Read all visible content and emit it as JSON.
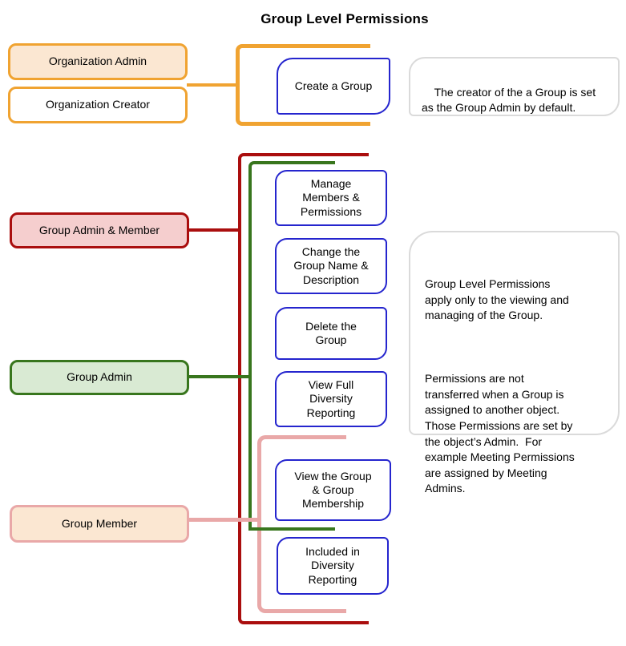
{
  "title": "Group Level Permissions",
  "roles": {
    "org_admin": {
      "label": "Organization Admin"
    },
    "org_creator": {
      "label": "Organization Creator"
    },
    "group_admin_member": {
      "label": "Group Admin & Member"
    },
    "group_admin": {
      "label": "Group Admin"
    },
    "group_member": {
      "label": "Group Member"
    }
  },
  "permissions": {
    "create_group": {
      "label": "Create a Group"
    },
    "manage_members": {
      "label": "Manage\nMembers &\nPermissions"
    },
    "change_name": {
      "label": "Change the\nGroup Name &\nDescription"
    },
    "delete_group": {
      "label": "Delete the\nGroup"
    },
    "view_full_diversity": {
      "label": "View Full\nDiversity\nReporting"
    },
    "view_group": {
      "label": "View the Group\n& Group\nMembership"
    },
    "included_diversity": {
      "label": "Included in\nDiversity\nReporting"
    }
  },
  "notes": {
    "creator_note": {
      "text": "The creator of the a Group is set\nas the Group Admin by default."
    },
    "permissions_note": {
      "para1": "Group Level Permissions\napply only to the viewing and\nmanaging of the Group.",
      "para2": "Permissions are not\ntransferred when a Group is\nassigned to another object.\nThose Permissions are set by\nthe object’s Admin.  For\nexample Meeting Permissions\nare assigned by Meeting\nAdmins."
    }
  },
  "colors": {
    "orange": "#F0A331",
    "orange_fill": "#FBE7D2",
    "dark_red": "#AA0E0E",
    "red_fill": "#F5CECE",
    "green": "#38761D",
    "green_fill": "#D9EAD3",
    "pink": "#E9A8A8",
    "peach_fill": "#FBE7D2",
    "blue": "#2525CE",
    "note_border": "#DADADA"
  }
}
